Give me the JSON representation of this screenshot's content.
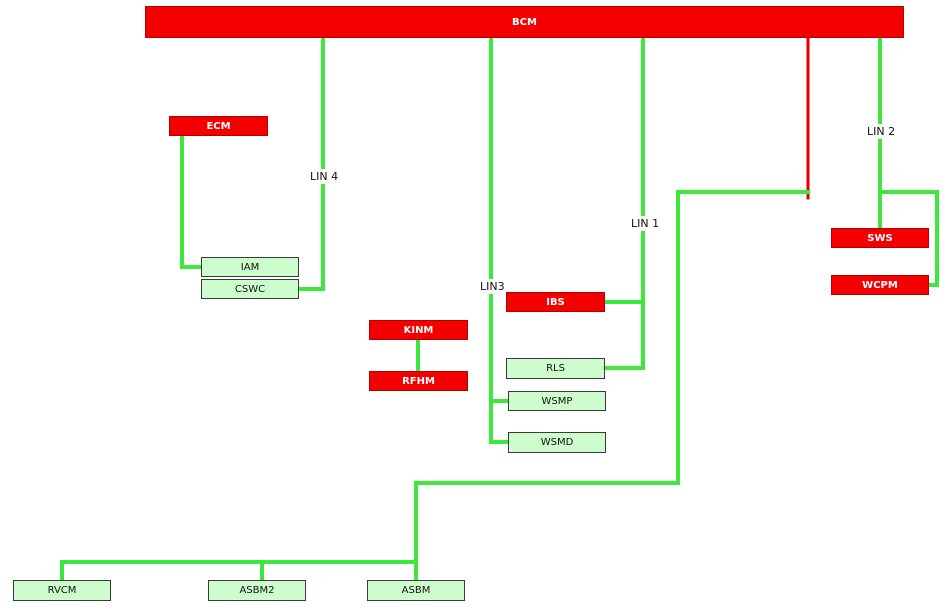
{
  "colors": {
    "bus_green": "#3be83b",
    "bus_red": "#e00000",
    "ecu_red": "#f40000",
    "ecu_green": "#cdfccd"
  },
  "ecus": {
    "bcm": "BCM",
    "ecm": "ECM",
    "iam": "IAM",
    "cswc": "CSWC",
    "kinm": "KINM",
    "rfhm": "RFHM",
    "ibs": "IBS",
    "rls": "RLS",
    "wsmp": "WSMP",
    "wsmd": "WSMD",
    "sws": "SWS",
    "wcpm": "WCPM",
    "rvcm": "RVCM",
    "asbm2": "ASBM2",
    "asbm": "ASBM"
  },
  "lin_labels": {
    "lin1": "LIN 1",
    "lin2": "LIN 2",
    "lin3": "LIN3",
    "lin4": "LIN 4"
  }
}
